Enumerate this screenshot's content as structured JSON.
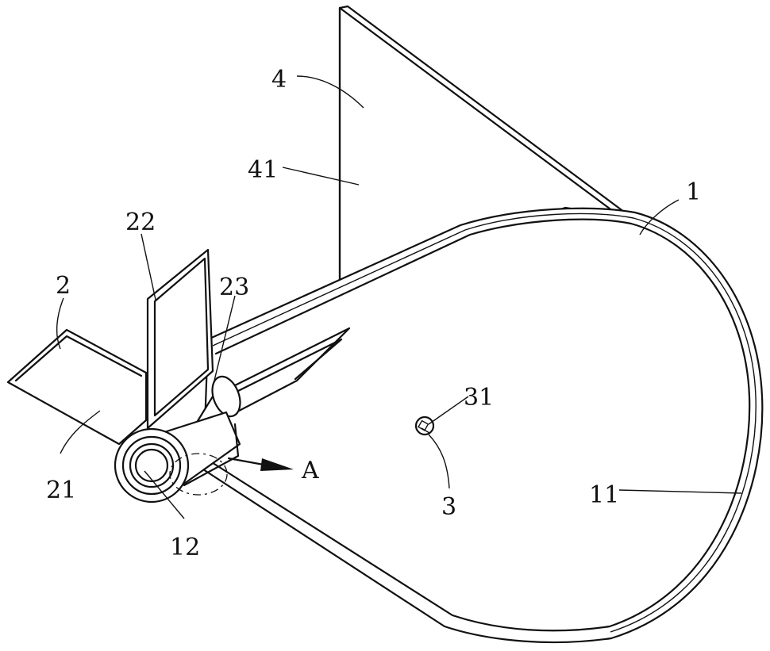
{
  "labels": {
    "l4": "4",
    "l41": "41",
    "l1": "1",
    "l22": "22",
    "l2": "2",
    "l23": "23",
    "l31": "31",
    "lA": "A",
    "l21": "21",
    "l3": "3",
    "l11": "11",
    "l12": "12"
  }
}
